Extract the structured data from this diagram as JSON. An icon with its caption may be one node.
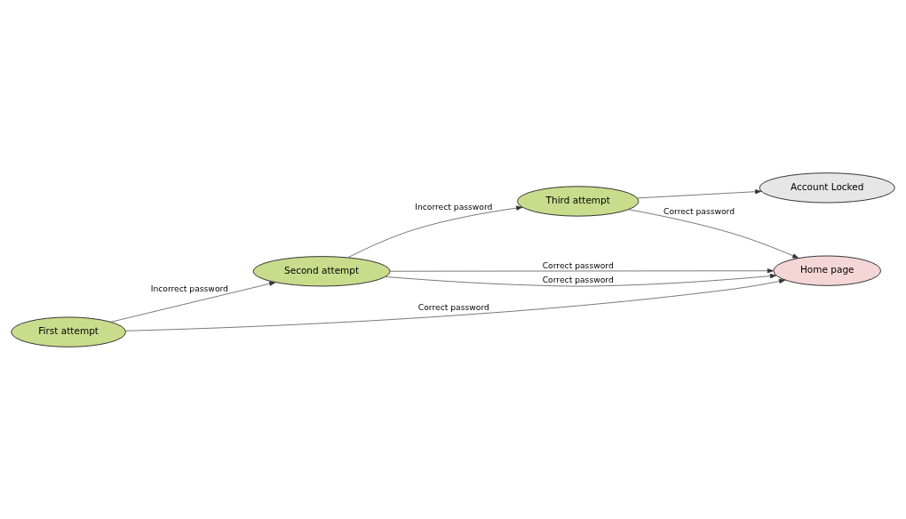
{
  "diagram": {
    "nodes": [
      {
        "text": [
          "First attempt"
        ]
      },
      {
        "text": [
          "Second attempt"
        ]
      },
      {
        "text": [
          "Third attempt"
        ]
      },
      {
        "text": [
          "Home page"
        ]
      },
      {
        "text": [
          "Account Locked"
        ]
      }
    ],
    "edges": [
      {
        "from": 0,
        "to": 3,
        "arrow": "to",
        "label": "Correct password"
      },
      {
        "from": 0,
        "to": 1,
        "arrow": "to",
        "label": "Incorrect password"
      },
      {
        "from": 1,
        "to": 3,
        "arrow": "to",
        "label": "Correct password"
      },
      {
        "from": 1,
        "to": 3,
        "arrow": "to",
        "label": "Correct password"
      },
      {
        "from": 1,
        "to": 2,
        "arrow": "to",
        "label": "Incorrect password"
      },
      {
        "from": 2,
        "to": 3,
        "arrow": "to",
        "label": "Correct password"
      },
      {
        "from": 2,
        "to": 4,
        "arrow": "to"
      }
    ]
  }
}
